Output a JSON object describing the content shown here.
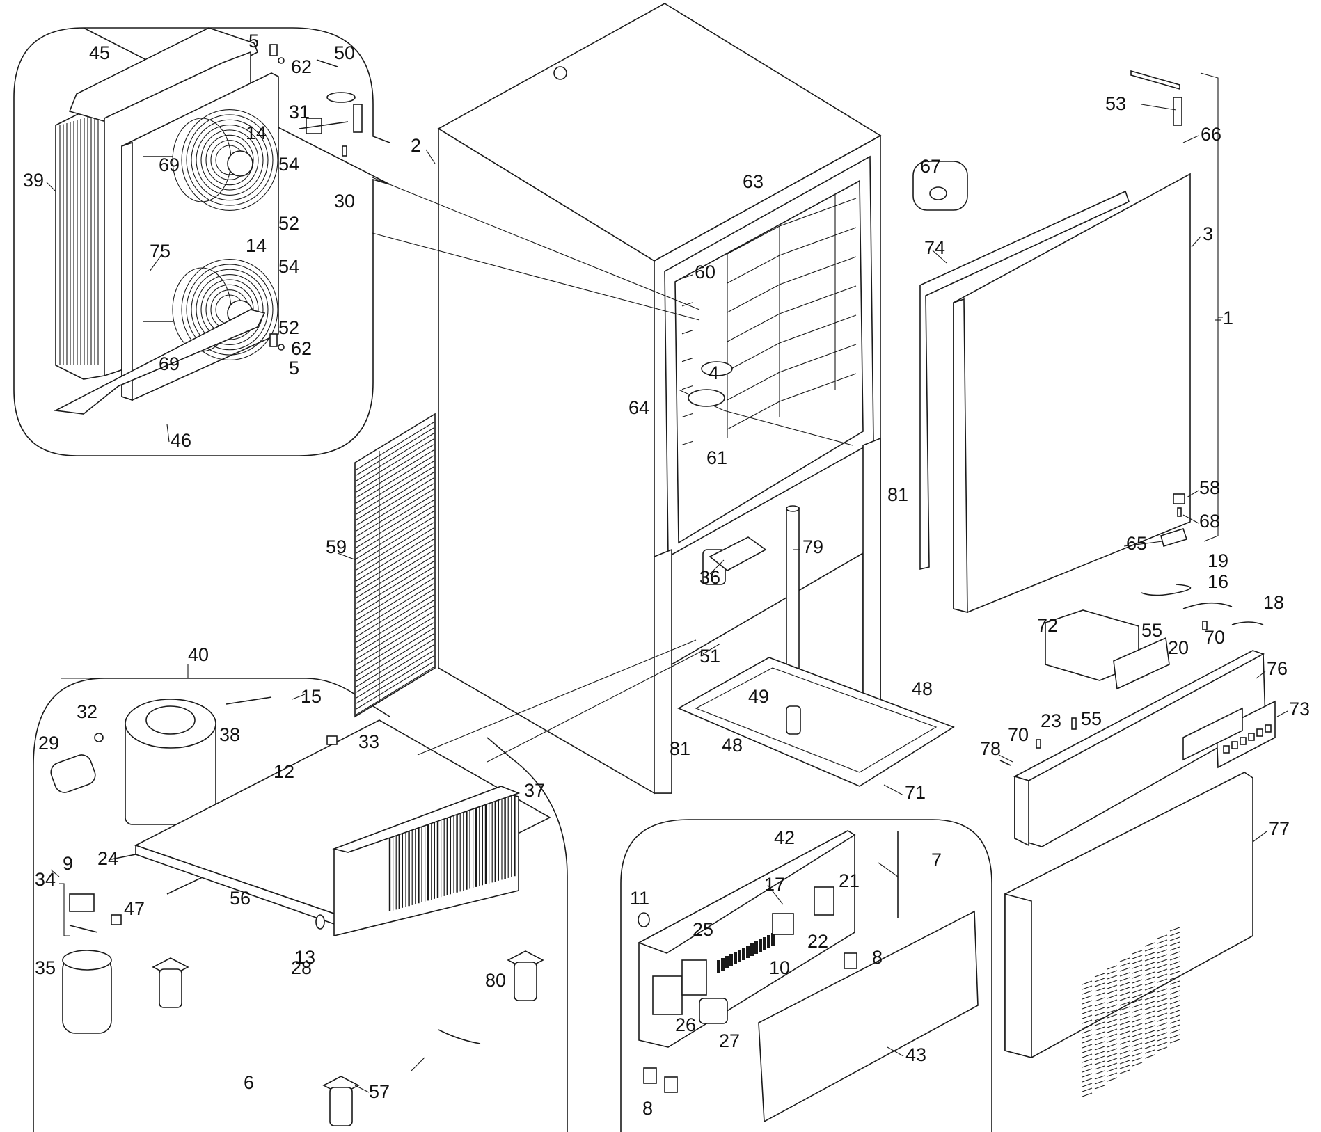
{
  "diagram": {
    "type": "exploded-parts-view",
    "subject": "blast chiller / refrigerated cabinet",
    "line_color": "#1a1a1a",
    "background": "#ffffff"
  },
  "groups": [
    {
      "id": "evaporator-unit",
      "description": "evaporator with twin fans (inset)"
    },
    {
      "id": "condensing-unit",
      "description": "condensing unit (inset)",
      "label": "40"
    },
    {
      "id": "electrical-box",
      "description": "electrical box (inset)"
    },
    {
      "id": "door-assembly",
      "description": "door assembly bracket",
      "label": "1"
    },
    {
      "id": "probe-bracket",
      "description": "ref. 34 bracket"
    }
  ],
  "part_labels": [
    {
      "id": "p1",
      "text": "1"
    },
    {
      "id": "p2",
      "text": "2"
    },
    {
      "id": "p3",
      "text": "3"
    },
    {
      "id": "p4",
      "text": "4"
    },
    {
      "id": "p5a",
      "text": "5"
    },
    {
      "id": "p5b",
      "text": "5"
    },
    {
      "id": "p6",
      "text": "6"
    },
    {
      "id": "p7",
      "text": "7"
    },
    {
      "id": "p8a",
      "text": "8"
    },
    {
      "id": "p8b",
      "text": "8"
    },
    {
      "id": "p9",
      "text": "9"
    },
    {
      "id": "p10",
      "text": "10"
    },
    {
      "id": "p11",
      "text": "11"
    },
    {
      "id": "p12",
      "text": "12"
    },
    {
      "id": "p13",
      "text": "13"
    },
    {
      "id": "p14a",
      "text": "14"
    },
    {
      "id": "p14b",
      "text": "14"
    },
    {
      "id": "p15",
      "text": "15"
    },
    {
      "id": "p16",
      "text": "16"
    },
    {
      "id": "p17",
      "text": "17"
    },
    {
      "id": "p18",
      "text": "18"
    },
    {
      "id": "p19",
      "text": "19"
    },
    {
      "id": "p20",
      "text": "20"
    },
    {
      "id": "p21",
      "text": "21"
    },
    {
      "id": "p22",
      "text": "22"
    },
    {
      "id": "p23",
      "text": "23"
    },
    {
      "id": "p24",
      "text": "24"
    },
    {
      "id": "p25",
      "text": "25"
    },
    {
      "id": "p26",
      "text": "26"
    },
    {
      "id": "p27",
      "text": "27"
    },
    {
      "id": "p28",
      "text": "28"
    },
    {
      "id": "p29",
      "text": "29"
    },
    {
      "id": "p30",
      "text": "30"
    },
    {
      "id": "p31",
      "text": "31"
    },
    {
      "id": "p32",
      "text": "32"
    },
    {
      "id": "p33",
      "text": "33"
    },
    {
      "id": "p34",
      "text": "34"
    },
    {
      "id": "p35",
      "text": "35"
    },
    {
      "id": "p36",
      "text": "36"
    },
    {
      "id": "p37",
      "text": "37"
    },
    {
      "id": "p38",
      "text": "38"
    },
    {
      "id": "p39",
      "text": "39"
    },
    {
      "id": "p40",
      "text": "40"
    },
    {
      "id": "p42",
      "text": "42"
    },
    {
      "id": "p43",
      "text": "43"
    },
    {
      "id": "p45",
      "text": "45"
    },
    {
      "id": "p46",
      "text": "46"
    },
    {
      "id": "p47",
      "text": "47"
    },
    {
      "id": "p48a",
      "text": "48"
    },
    {
      "id": "p48b",
      "text": "48"
    },
    {
      "id": "p49",
      "text": "49"
    },
    {
      "id": "p50",
      "text": "50"
    },
    {
      "id": "p51",
      "text": "51"
    },
    {
      "id": "p52a",
      "text": "52"
    },
    {
      "id": "p52b",
      "text": "52"
    },
    {
      "id": "p53",
      "text": "53"
    },
    {
      "id": "p54a",
      "text": "54"
    },
    {
      "id": "p54b",
      "text": "54"
    },
    {
      "id": "p55a",
      "text": "55"
    },
    {
      "id": "p55b",
      "text": "55"
    },
    {
      "id": "p56",
      "text": "56"
    },
    {
      "id": "p57",
      "text": "57"
    },
    {
      "id": "p58",
      "text": "58"
    },
    {
      "id": "p59",
      "text": "59"
    },
    {
      "id": "p60",
      "text": "60"
    },
    {
      "id": "p61",
      "text": "61"
    },
    {
      "id": "p62a",
      "text": "62"
    },
    {
      "id": "p62b",
      "text": "62"
    },
    {
      "id": "p63",
      "text": "63"
    },
    {
      "id": "p64",
      "text": "64"
    },
    {
      "id": "p65",
      "text": "65"
    },
    {
      "id": "p66",
      "text": "66"
    },
    {
      "id": "p67",
      "text": "67"
    },
    {
      "id": "p68",
      "text": "68"
    },
    {
      "id": "p69a",
      "text": "69"
    },
    {
      "id": "p69b",
      "text": "69"
    },
    {
      "id": "p70a",
      "text": "70"
    },
    {
      "id": "p70b",
      "text": "70"
    },
    {
      "id": "p71",
      "text": "71"
    },
    {
      "id": "p72",
      "text": "72"
    },
    {
      "id": "p73",
      "text": "73"
    },
    {
      "id": "p74",
      "text": "74"
    },
    {
      "id": "p75",
      "text": "75"
    },
    {
      "id": "p76",
      "text": "76"
    },
    {
      "id": "p77",
      "text": "77"
    },
    {
      "id": "p78",
      "text": "78"
    },
    {
      "id": "p79",
      "text": "79"
    },
    {
      "id": "p80",
      "text": "80"
    },
    {
      "id": "p81a",
      "text": "81"
    },
    {
      "id": "p81b",
      "text": "81"
    }
  ]
}
